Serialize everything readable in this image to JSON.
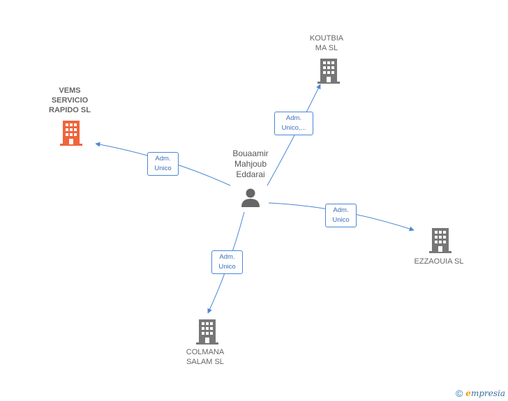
{
  "center": {
    "name": "Bouaamir\nMahjoub\nEddarai",
    "icon": "person-icon"
  },
  "companies": [
    {
      "id": "vems",
      "name": "VEMS\nSERVICIO\nRAPIDO  SL",
      "icon": "building-icon",
      "highlight": true
    },
    {
      "id": "koutbia",
      "name": "KOUTBIA\nMA SL",
      "icon": "building-icon",
      "highlight": false
    },
    {
      "id": "ezzaouia",
      "name": "EZZAOUIA SL",
      "icon": "building-icon",
      "highlight": false
    },
    {
      "id": "colmana",
      "name": "COLMANA\nSALAM SL",
      "icon": "building-icon",
      "highlight": false
    }
  ],
  "edges": [
    {
      "to": "vems",
      "label": "Adm.\nUnico"
    },
    {
      "to": "koutbia",
      "label": "Adm.\nUnico,..."
    },
    {
      "to": "ezzaouia",
      "label": "Adm.\nUnico"
    },
    {
      "to": "colmana",
      "label": "Adm.\nUnico"
    }
  ],
  "colors": {
    "edge": "#4a86d6",
    "building_default": "#777777",
    "building_highlight": "#f0643c",
    "person": "#666666"
  },
  "footer": {
    "copyright": "©",
    "brand_initial": "e",
    "brand_rest": "mpresia"
  }
}
